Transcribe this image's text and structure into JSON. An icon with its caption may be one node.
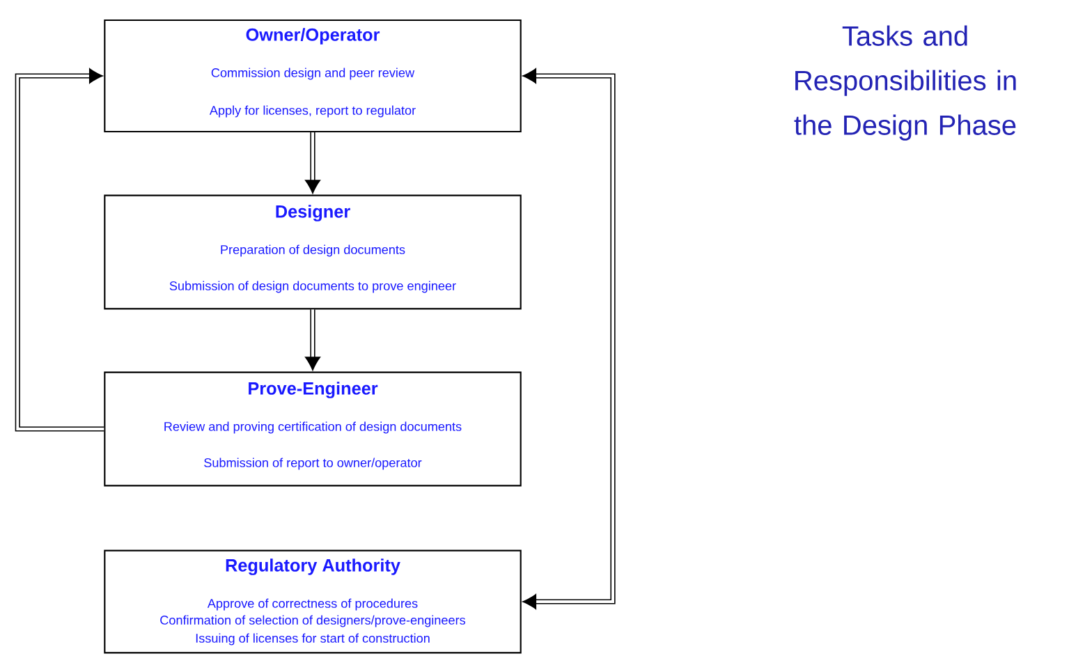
{
  "diagram": {
    "title": "Tasks and Responsibilities in the Design Phase",
    "nodes": [
      {
        "text": [
          "Owner/Operator",
          "Commission design and peer review",
          "Apply for licenses, report to regulator"
        ]
      },
      {
        "text": [
          "Designer",
          "Preparation of design documents",
          "Submission of design documents to prove engineer"
        ]
      },
      {
        "text": [
          "Prove-Engineer",
          "Review and proving certification of design documents",
          "Submission of report to owner/operator"
        ]
      },
      {
        "text": [
          "Regulatory Authority",
          "Approve of correctness of procedures",
          "Confirmation of selection of designers/prove-engineers",
          "Issuing of licenses for start of construction"
        ]
      }
    ],
    "edges": [
      {
        "from": 0,
        "to": 1,
        "arrow": "to"
      },
      {
        "from": 1,
        "to": 2,
        "arrow": "to"
      },
      {
        "from": 2,
        "to": 0,
        "arrow": "to"
      },
      {
        "from": 0,
        "to": 3,
        "arrow": "both"
      }
    ]
  }
}
